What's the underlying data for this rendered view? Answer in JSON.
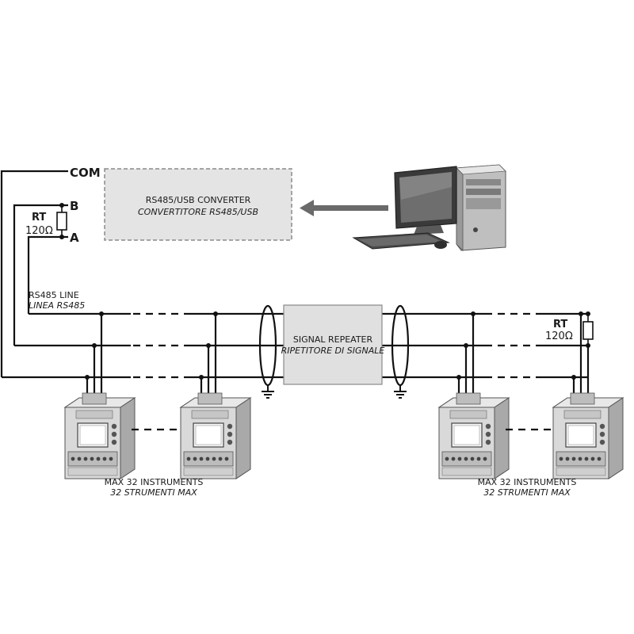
{
  "terminals": {
    "com": "COM",
    "b": "B",
    "a": "A"
  },
  "resistor_left": {
    "name": "RT",
    "value": "120Ω"
  },
  "resistor_right": {
    "name": "RT",
    "value": "120Ω"
  },
  "converter": {
    "line1": "RS485/USB CONVERTER",
    "line2": "CONVERTITORE RS485/USB"
  },
  "line_label": {
    "line1": "RS485 LINE",
    "line2": "LINEA RS485"
  },
  "repeater": {
    "line1": "SIGNAL REPEATER",
    "line2": "RIPETITORE DI SIGNALE"
  },
  "group_left": {
    "line1": "MAX 32 INSTRUMENTS",
    "line2": "32 STRUMENTI MAX"
  },
  "group_right": {
    "line1": "MAX 32 INSTRUMENTS",
    "line2": "32 STRUMENTI MAX"
  },
  "colors": {
    "wire": "#111111",
    "box_fill": "#e4e4e4",
    "box_border": "#8a8a8a",
    "instrument": "#d6d6d6"
  },
  "icons": [
    "computer-icon",
    "ground-icon",
    "instrument-icon",
    "resistor-icon",
    "arrow-icon"
  ]
}
